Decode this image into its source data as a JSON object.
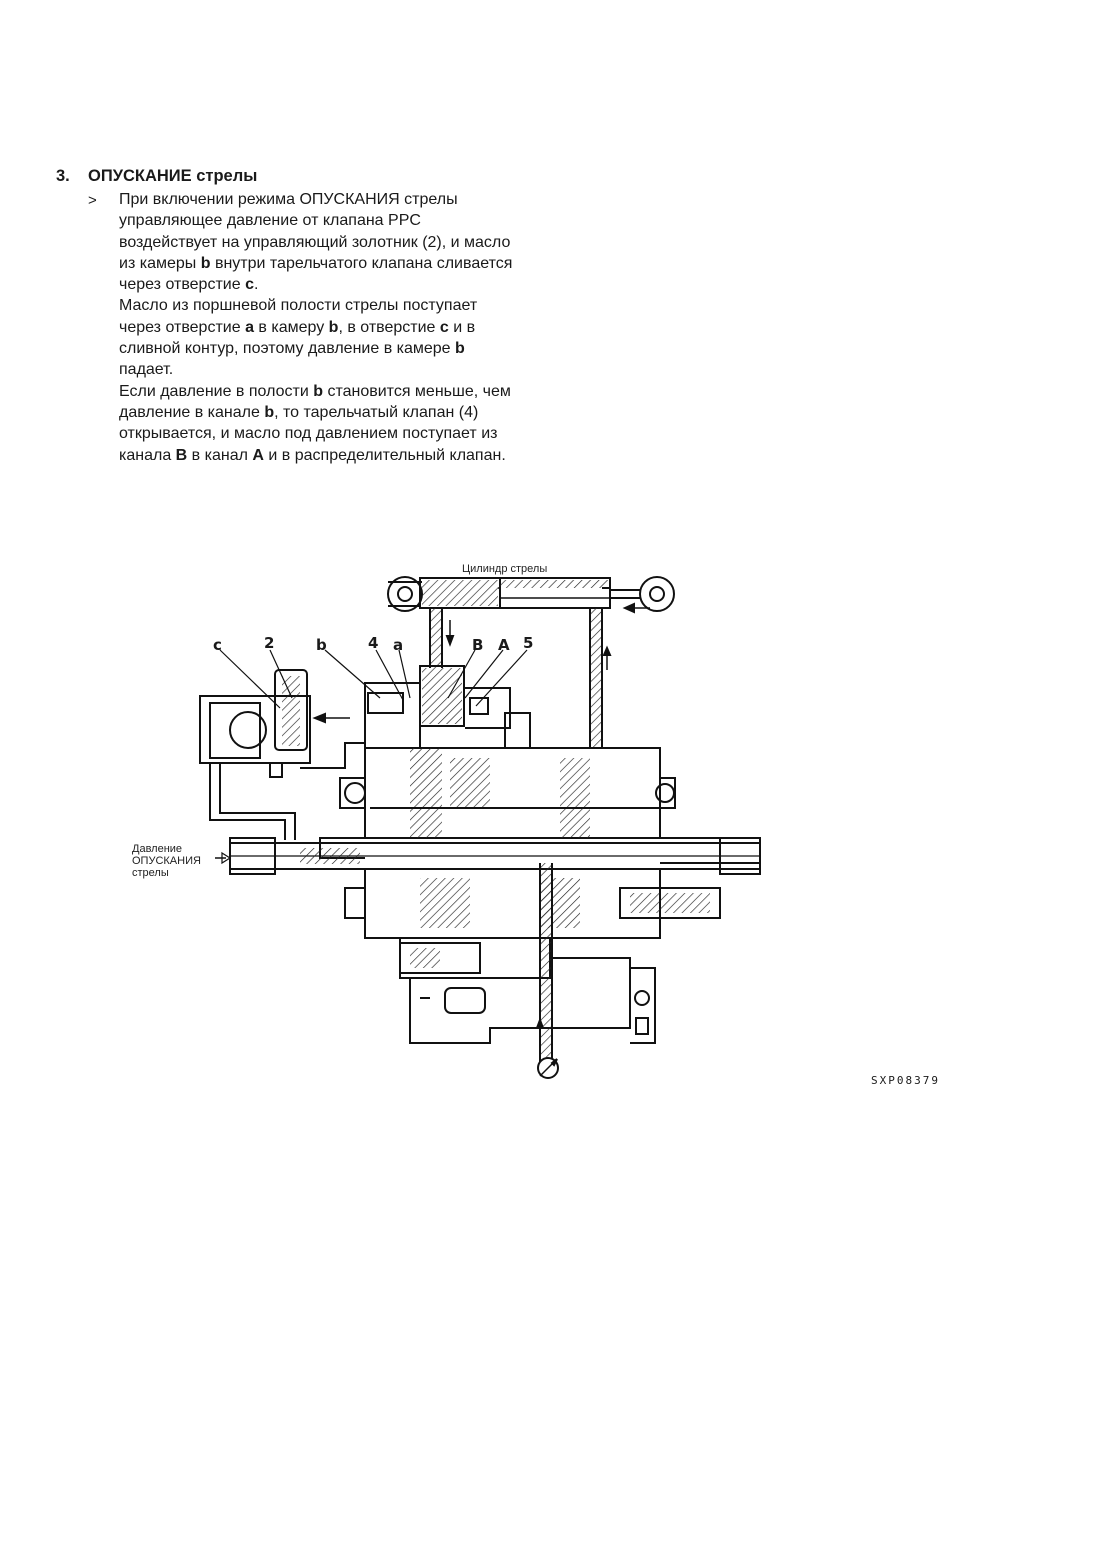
{
  "section": {
    "number": "3.",
    "title": "ОПУСКАНИЕ стрелы",
    "bullet": ">",
    "paragraphs": [
      [
        {
          "t": "При включении режима ОПУСКАНИЯ стрелы управляющее давление от клапана PPC воздействует на управляющий золотник (2), и масло из камеры ",
          "b": false
        },
        {
          "t": "b",
          "b": true
        },
        {
          "t": " внутри тарельчатого клапана сливается через отверстие ",
          "b": false
        },
        {
          "t": "c",
          "b": true
        },
        {
          "t": ".",
          "b": false
        }
      ],
      [
        {
          "t": "Масло из поршневой полости стрелы поступает через отверстие ",
          "b": false
        },
        {
          "t": "a",
          "b": true
        },
        {
          "t": " в камеру ",
          "b": false
        },
        {
          "t": "b",
          "b": true
        },
        {
          "t": ", в отверстие ",
          "b": false
        },
        {
          "t": "c",
          "b": true
        },
        {
          "t": " и в сливной контур, поэтому давление в камере ",
          "b": false
        },
        {
          "t": "b",
          "b": true
        },
        {
          "t": " падает.",
          "b": false
        }
      ],
      [
        {
          "t": "Если давление в полости ",
          "b": false
        },
        {
          "t": "b",
          "b": true
        },
        {
          "t": " становится меньше, чем давление в канале ",
          "b": false
        },
        {
          "t": "b",
          "b": true
        },
        {
          "t": ", то тарельчатый клапан (4) открывается, и масло под давлением поступает из канала ",
          "b": false
        },
        {
          "t": "B",
          "b": true
        },
        {
          "t": " в канал ",
          "b": false
        },
        {
          "t": "A",
          "b": true
        },
        {
          "t": " и в распределительный клапан.",
          "b": false
        }
      ]
    ]
  },
  "figure": {
    "cylinder_label": "Цилиндр стрелы",
    "pressure_label_1": "Давление",
    "pressure_label_2": "ОПУСКАНИЯ",
    "pressure_label_3": "стрелы",
    "callouts": {
      "c": "c",
      "n2": "2",
      "b": "b",
      "n4": "4",
      "a": "a",
      "B": "B",
      "A": "A",
      "n5": "5"
    },
    "code": "SXP08379"
  }
}
